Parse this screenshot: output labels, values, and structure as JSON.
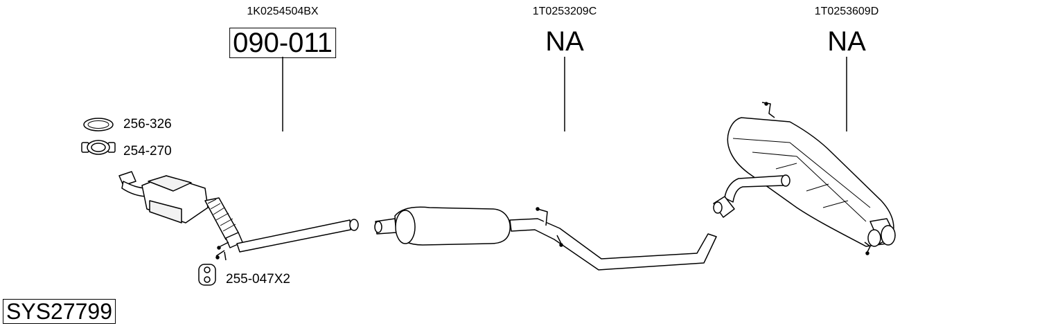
{
  "parts": [
    {
      "oe_number": "1K0254504BX",
      "part_number": "090-011",
      "boxed": true
    },
    {
      "oe_number": "1T0253209C",
      "part_number": "NA",
      "boxed": false
    },
    {
      "oe_number": "1T0253609D",
      "part_number": "NA",
      "boxed": false
    }
  ],
  "accessories": [
    {
      "number": "256-326",
      "icon": "gasket-ring-icon"
    },
    {
      "number": "254-270",
      "icon": "pipe-clamp-icon"
    },
    {
      "number": "255-047X2",
      "icon": "rubber-hanger-icon"
    }
  ],
  "system_number": "SYS27799"
}
